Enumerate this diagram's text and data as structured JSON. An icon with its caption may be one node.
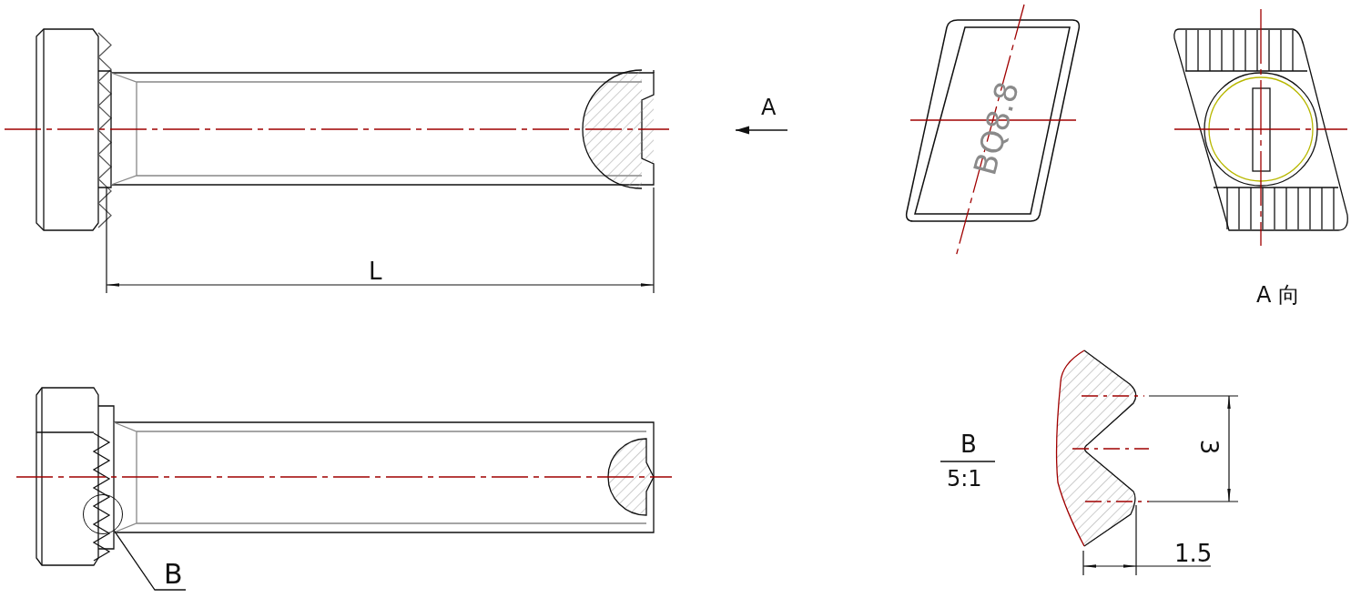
{
  "diagram": {
    "nodes": [
      {
        "text": [
          "B"
        ]
      },
      {
        "text": [],
        "shape": "circle"
      }
    ],
    "edges": [
      {
        "from": 0,
        "to": 1,
        "arrow": "none"
      }
    ],
    "labels": [
      "A",
      "BQ8.8",
      "L",
      "A 向",
      "B",
      "5:1",
      "3",
      "1.5"
    ]
  }
}
